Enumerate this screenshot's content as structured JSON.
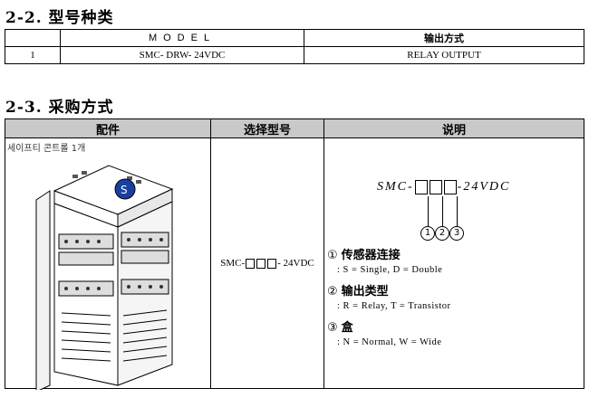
{
  "section1": {
    "heading": "2-2. 型号种类",
    "header_model": "MODEL",
    "header_output": "输出方式",
    "rows": [
      {
        "no": "1",
        "model": "SMC- DRW- 24VDC",
        "output": "RELAY OUTPUT"
      }
    ]
  },
  "section2": {
    "heading": "2-3. 采购方式",
    "headers": {
      "part": "配件",
      "select": "选择型号",
      "desc": "说明"
    },
    "part_note": "세이프티 콘트롤 1개",
    "select_prefix": "SMC-",
    "select_suffix": "- 24VDC",
    "code_prefix": "SMC-",
    "code_suffix": "-24VDC",
    "markers": [
      "1",
      "2",
      "3"
    ],
    "options": [
      {
        "num": "①",
        "title": "传感器连接",
        "desc": ": S = Single, D = Double"
      },
      {
        "num": "②",
        "title": "输出类型",
        "desc": ": R = Relay, T = Transistor"
      },
      {
        "num": "③",
        "title": "盒",
        "desc": ": N = Normal, W = Wide"
      }
    ]
  }
}
